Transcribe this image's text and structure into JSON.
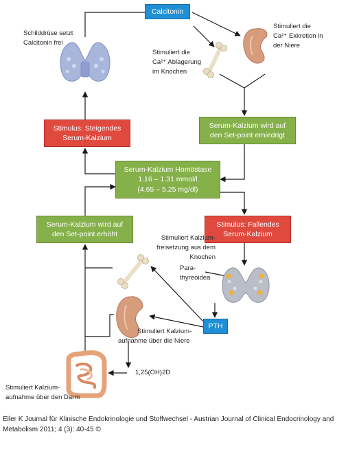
{
  "boxes": {
    "calcitonin": "Calcitonin",
    "stimulus_rising": [
      "Stimulus: Steigendes",
      "Serum-Kalzium"
    ],
    "setpoint_lowered": [
      "Serum-Kalzium wird auf",
      "den Set-point erniedrigt"
    ],
    "homeostasis": [
      "Serum-Kalzium Homöstase",
      "1.16 – 1.31 mmol/l",
      "(4.65 – 5.25 mg/dl)"
    ],
    "setpoint_raised": [
      "Serum-Kalzium wird auf",
      "den Set-point erhöht"
    ],
    "stimulus_falling": [
      "Stimulus: Fallendes",
      "Serum-Kalzium"
    ],
    "pth": "PTH"
  },
  "labels": {
    "thyroid_releases": [
      "Schilddrüse setzt",
      "Calcitonin frei"
    ],
    "kidney_excretion": [
      "Stimuliert die",
      "Ca²⁺ Exkretion in",
      "der Niere"
    ],
    "bone_deposition": [
      "Stimuliert die",
      "Ca²⁺ Ablagerung",
      "im Knochen"
    ],
    "bone_release": [
      "Stimuliert Kalzium-",
      "freisetzung aus dem",
      "Knochen"
    ],
    "parathyroid": [
      "Para-",
      "thyreoidea"
    ],
    "kidney_absorption": [
      "Stimuliert Kalzium-",
      "aufnahme über die Niere"
    ],
    "vitamin_d": "1,25(OH)2D",
    "gut_absorption": [
      "Stimuliert Kalzium-",
      "aufnahme über den Darm"
    ]
  },
  "footer": "Eller K Journal für Klinische Endokrinologie und Stoffwechsel - Austrian Journal of Clinical Endocrinology and Metabolism 2011; 4 (3): 40-45 ©",
  "colors": {
    "blue_box": "#1f8fd6",
    "red_box": "#e0493e",
    "green_box": "#86b04a",
    "arrow": "#1a1a1a",
    "thyroid": "#a9b6dc",
    "parathyroid_gland": "#b9bec8",
    "parathyroid_dot": "#f0b23a",
    "kidney": "#d79c7c",
    "bone": "#eadfc6",
    "intestine": "#e6a37a"
  },
  "icons": [
    "thyroid-icon",
    "kidney-icon",
    "bone-icon",
    "parathyroid-icon",
    "intestine-icon"
  ]
}
